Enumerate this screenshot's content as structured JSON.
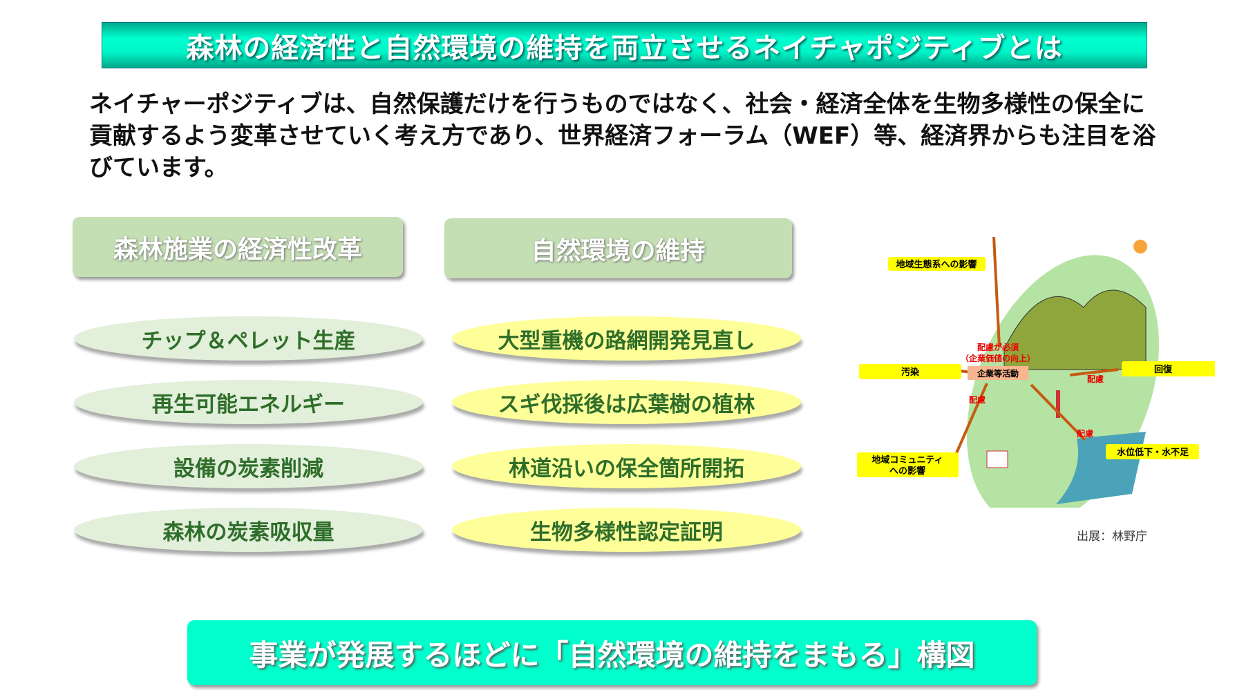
{
  "title": "森林の経済性と自然環境の維持を両立させるネイチャポジティブとは",
  "paragraph": "ネイチャーポジティブは、自然保護だけを行うものではなく、社会・経済全体を生物多様性の保全に貢献するよう変革させていく考え方であり、世界経済フォーラム（WEF）等、経済界からも注目を浴びています。",
  "left_header": "森林施業の経済性改革",
  "right_header": "自然環境の維持",
  "left_items": [
    "チップ＆ペレット生産",
    "再生可能エネルギー",
    "設備の炭素削減",
    "森林の炭素吸収量"
  ],
  "right_items": [
    "大型重機の路網開発見直し",
    "スギ伐採後は広葉樹の植林",
    "林道沿いの保全箇所開拓",
    "生物多様性認定証明"
  ],
  "diagram": {
    "center": "企業等活動",
    "center_note": "配慮が必須\n（企業価値の向上）",
    "labels": {
      "ecosystem": "地域生態系への影響",
      "pollution": "汚染",
      "recovery": "回復",
      "community": "地域コミュニティ\nへの影響",
      "water": "水位低下・水不足"
    },
    "consider": "配慮"
  },
  "source": "出展：林野庁",
  "bottom": "事業が発展するほどに「自然環境の維持をまもる」構図"
}
